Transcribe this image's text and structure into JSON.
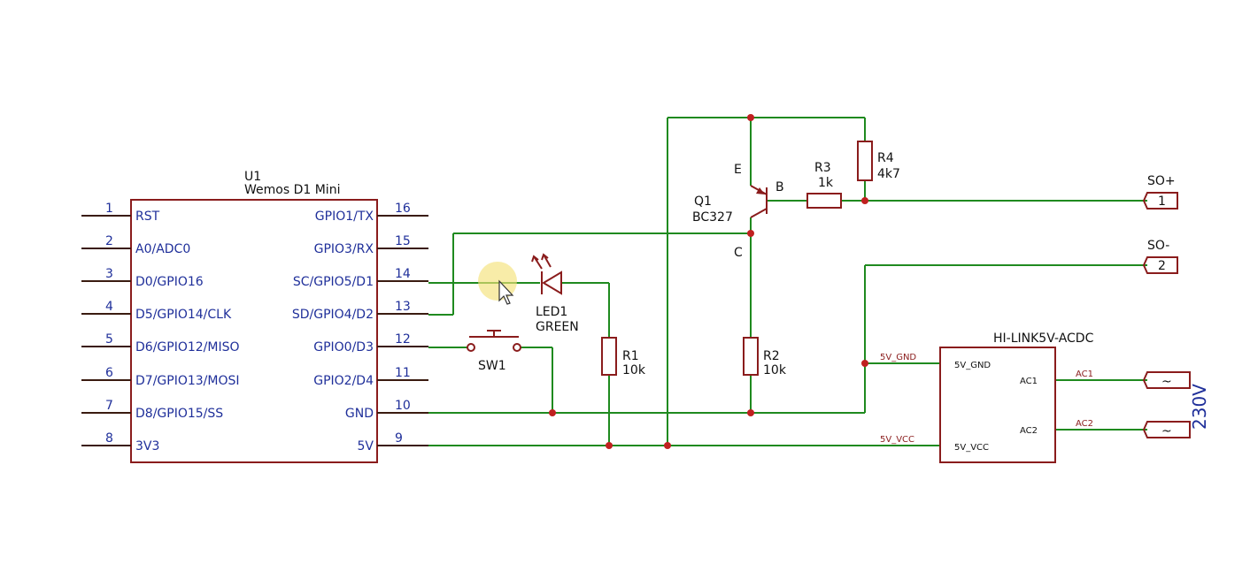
{
  "u1": {
    "ref": "U1",
    "value": "Wemos D1 Mini",
    "left_pins": [
      {
        "num": "1",
        "name": "RST"
      },
      {
        "num": "2",
        "name": "A0/ADC0"
      },
      {
        "num": "3",
        "name": "D0/GPIO16"
      },
      {
        "num": "4",
        "name": "D5/GPIO14/CLK"
      },
      {
        "num": "5",
        "name": "D6/GPIO12/MISO"
      },
      {
        "num": "6",
        "name": "D7/GPIO13/MOSI"
      },
      {
        "num": "7",
        "name": "D8/GPIO15/SS"
      },
      {
        "num": "8",
        "name": "3V3"
      }
    ],
    "right_pins": [
      {
        "num": "16",
        "name": "GPIO1/TX"
      },
      {
        "num": "15",
        "name": "GPIO3/RX"
      },
      {
        "num": "14",
        "name": "SC/GPIO5/D1"
      },
      {
        "num": "13",
        "name": "SD/GPIO4/D2"
      },
      {
        "num": "12",
        "name": "GPIO0/D3"
      },
      {
        "num": "11",
        "name": "GPIO2/D4"
      },
      {
        "num": "10",
        "name": "GND"
      },
      {
        "num": "9",
        "name": "5V"
      }
    ]
  },
  "led1": {
    "ref": "LED1",
    "value": "GREEN"
  },
  "sw1": {
    "ref": "SW1"
  },
  "r1": {
    "ref": "R1",
    "value": "10k"
  },
  "r2": {
    "ref": "R2",
    "value": "10k"
  },
  "r3": {
    "ref": "R3",
    "value": "1k"
  },
  "r4": {
    "ref": "R4",
    "value": "4k7"
  },
  "q1": {
    "ref": "Q1",
    "value": "BC327",
    "pin_e": "E",
    "pin_b": "B",
    "pin_c": "C"
  },
  "hilink": {
    "name": "HI-LINK5V-ACDC",
    "pin_gnd": "5V_GND",
    "pin_vcc": "5V_VCC",
    "pin_ac1": "AC1",
    "pin_ac2": "AC2",
    "net_gnd": "5V_GND",
    "net_vcc": "5V_VCC",
    "net_ac1": "AC1",
    "net_ac2": "AC2"
  },
  "connectors": {
    "so_plus": {
      "label": "SO+",
      "num": "1"
    },
    "so_minus": {
      "label": "SO-",
      "num": "2"
    },
    "ac1_sym": "~",
    "ac2_sym": "~",
    "voltage_label": "230V"
  },
  "colors": {
    "wire": "#1f8a1f",
    "component": "#8a1c1c",
    "pin_text": "#1f2f9a",
    "junction": "#c02020"
  }
}
